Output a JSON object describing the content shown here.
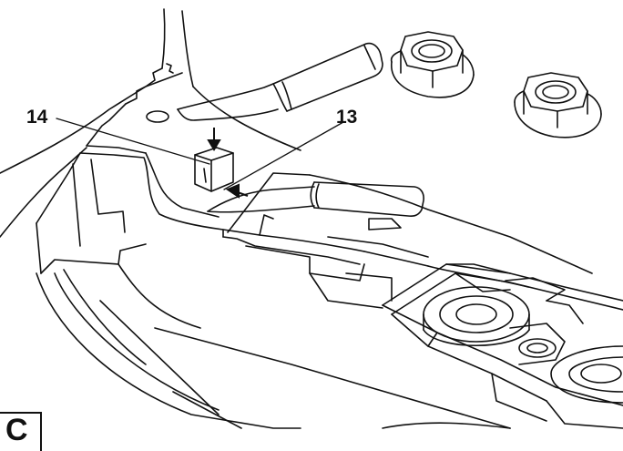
{
  "figure": {
    "panel_letter": "C",
    "callouts": [
      {
        "id": "14",
        "text": "14"
      },
      {
        "id": "13",
        "text": "13"
      }
    ]
  },
  "colors": {
    "line": "#111111",
    "background": "#ffffff",
    "shade": "#f2f2f2"
  }
}
